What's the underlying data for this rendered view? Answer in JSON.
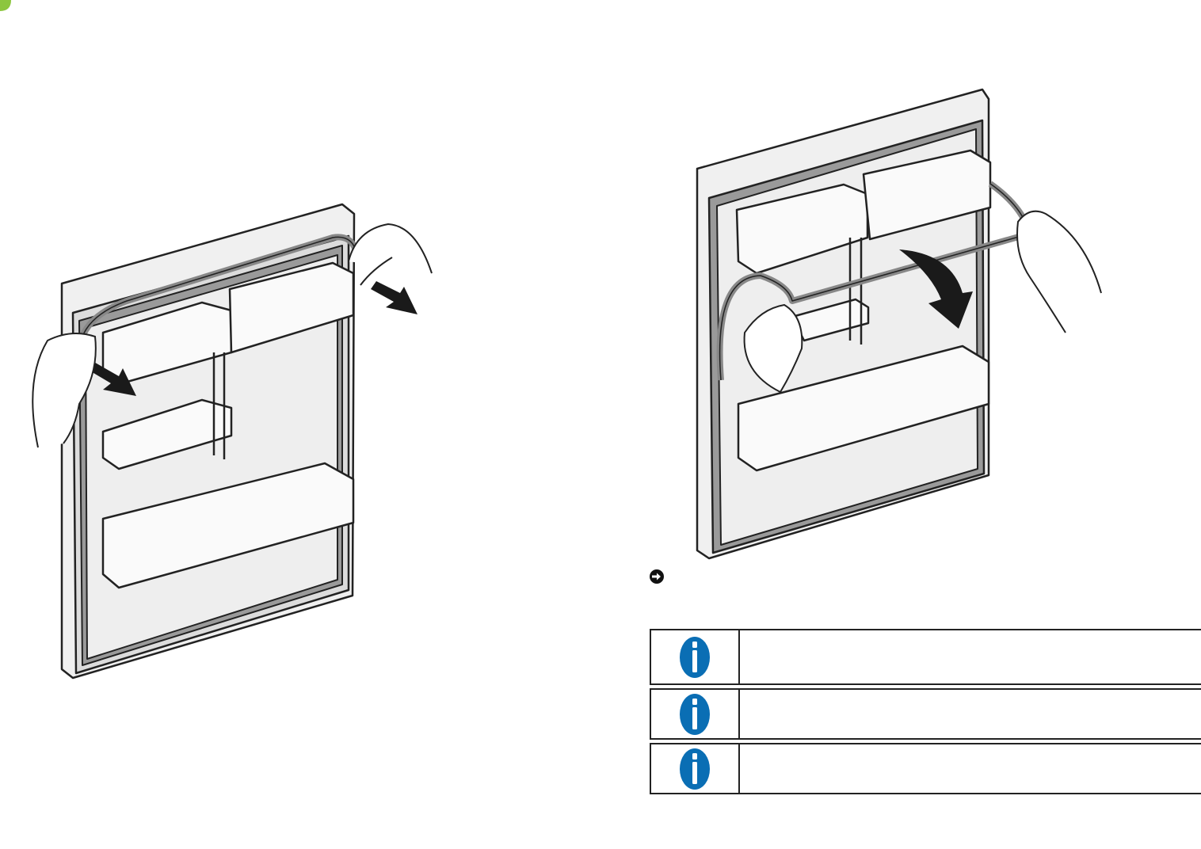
{
  "page": {
    "corner_badge_icon": "green-leaf-icon",
    "illustrations": [
      {
        "name": "door-seal-removal-step",
        "arrows": "pull-outward"
      },
      {
        "name": "door-seal-fitting-step",
        "arrows": "press-down"
      }
    ],
    "step_marker_icon": "arrow-right-circle-icon",
    "info_notes": [
      {
        "icon": "info-icon",
        "text": ""
      },
      {
        "icon": "info-icon",
        "text": ""
      },
      {
        "icon": "info-icon",
        "text": ""
      }
    ]
  },
  "colors": {
    "accent_green": "#8cc63f",
    "info_blue": "#0a6eb4",
    "line": "#222222",
    "panel": "#f2f2f2",
    "gasket": "#9a9a9a"
  }
}
